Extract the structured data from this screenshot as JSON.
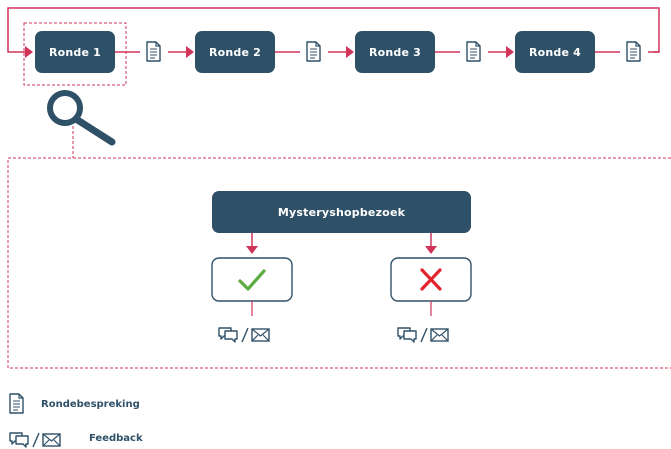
{
  "rounds": [
    {
      "label": "Ronde 1"
    },
    {
      "label": "Ronde 2"
    },
    {
      "label": "Ronde 3"
    },
    {
      "label": "Ronde 4"
    }
  ],
  "visit": {
    "label": "Mysteryshopbezoek",
    "outcomes": [
      {
        "name": "positive",
        "icon": "checkmark-icon"
      },
      {
        "name": "negative",
        "icon": "cross-icon"
      }
    ]
  },
  "legend": {
    "round_discussion": "Rondebespreking",
    "feedback": "Feedback"
  },
  "colors": {
    "box": "#2f5168",
    "connector": "#d1345b",
    "check": "#5cab3e",
    "cross": "#e2242e",
    "icon_stroke": "#2f5168"
  }
}
